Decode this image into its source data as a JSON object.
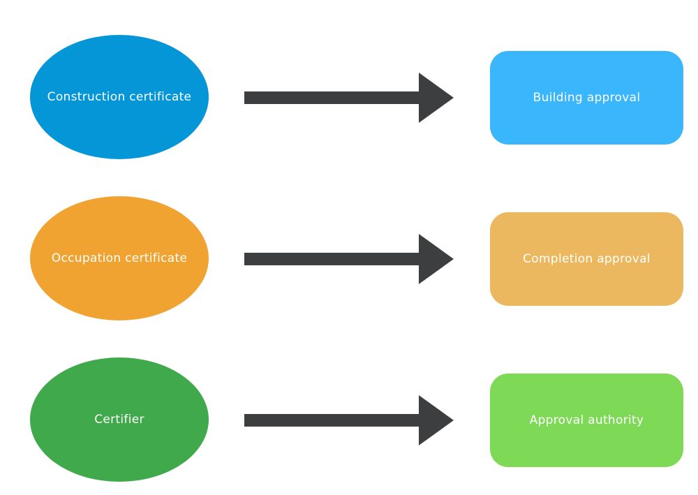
{
  "rows": [
    {
      "source": {
        "label": "Construction certificate",
        "color": "#0496d6"
      },
      "target": {
        "label": "Building approval",
        "color": "#3ab6fd"
      }
    },
    {
      "source": {
        "label": "Occupation certificate",
        "color": "#f0a331"
      },
      "target": {
        "label": "Completion approval",
        "color": "#ecb85f"
      }
    },
    {
      "source": {
        "label": "Certifier",
        "color": "#3fa94b"
      },
      "target": {
        "label": "Approval authority",
        "color": "#7ed957"
      }
    }
  ],
  "arrow_color": "#3d3e40"
}
